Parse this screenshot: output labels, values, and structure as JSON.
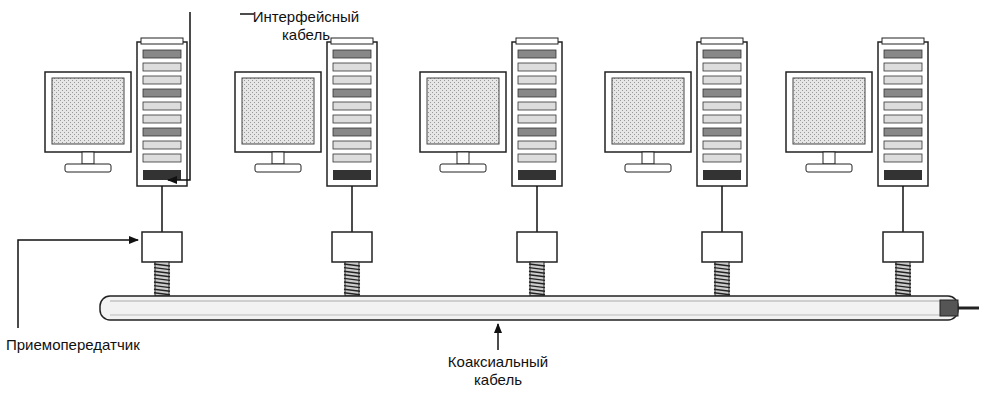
{
  "diagram": {
    "labels": [
      "Интерфейсный кабель",
      "Приемопередатчик",
      "Коаксиальный кабель"
    ]
  }
}
